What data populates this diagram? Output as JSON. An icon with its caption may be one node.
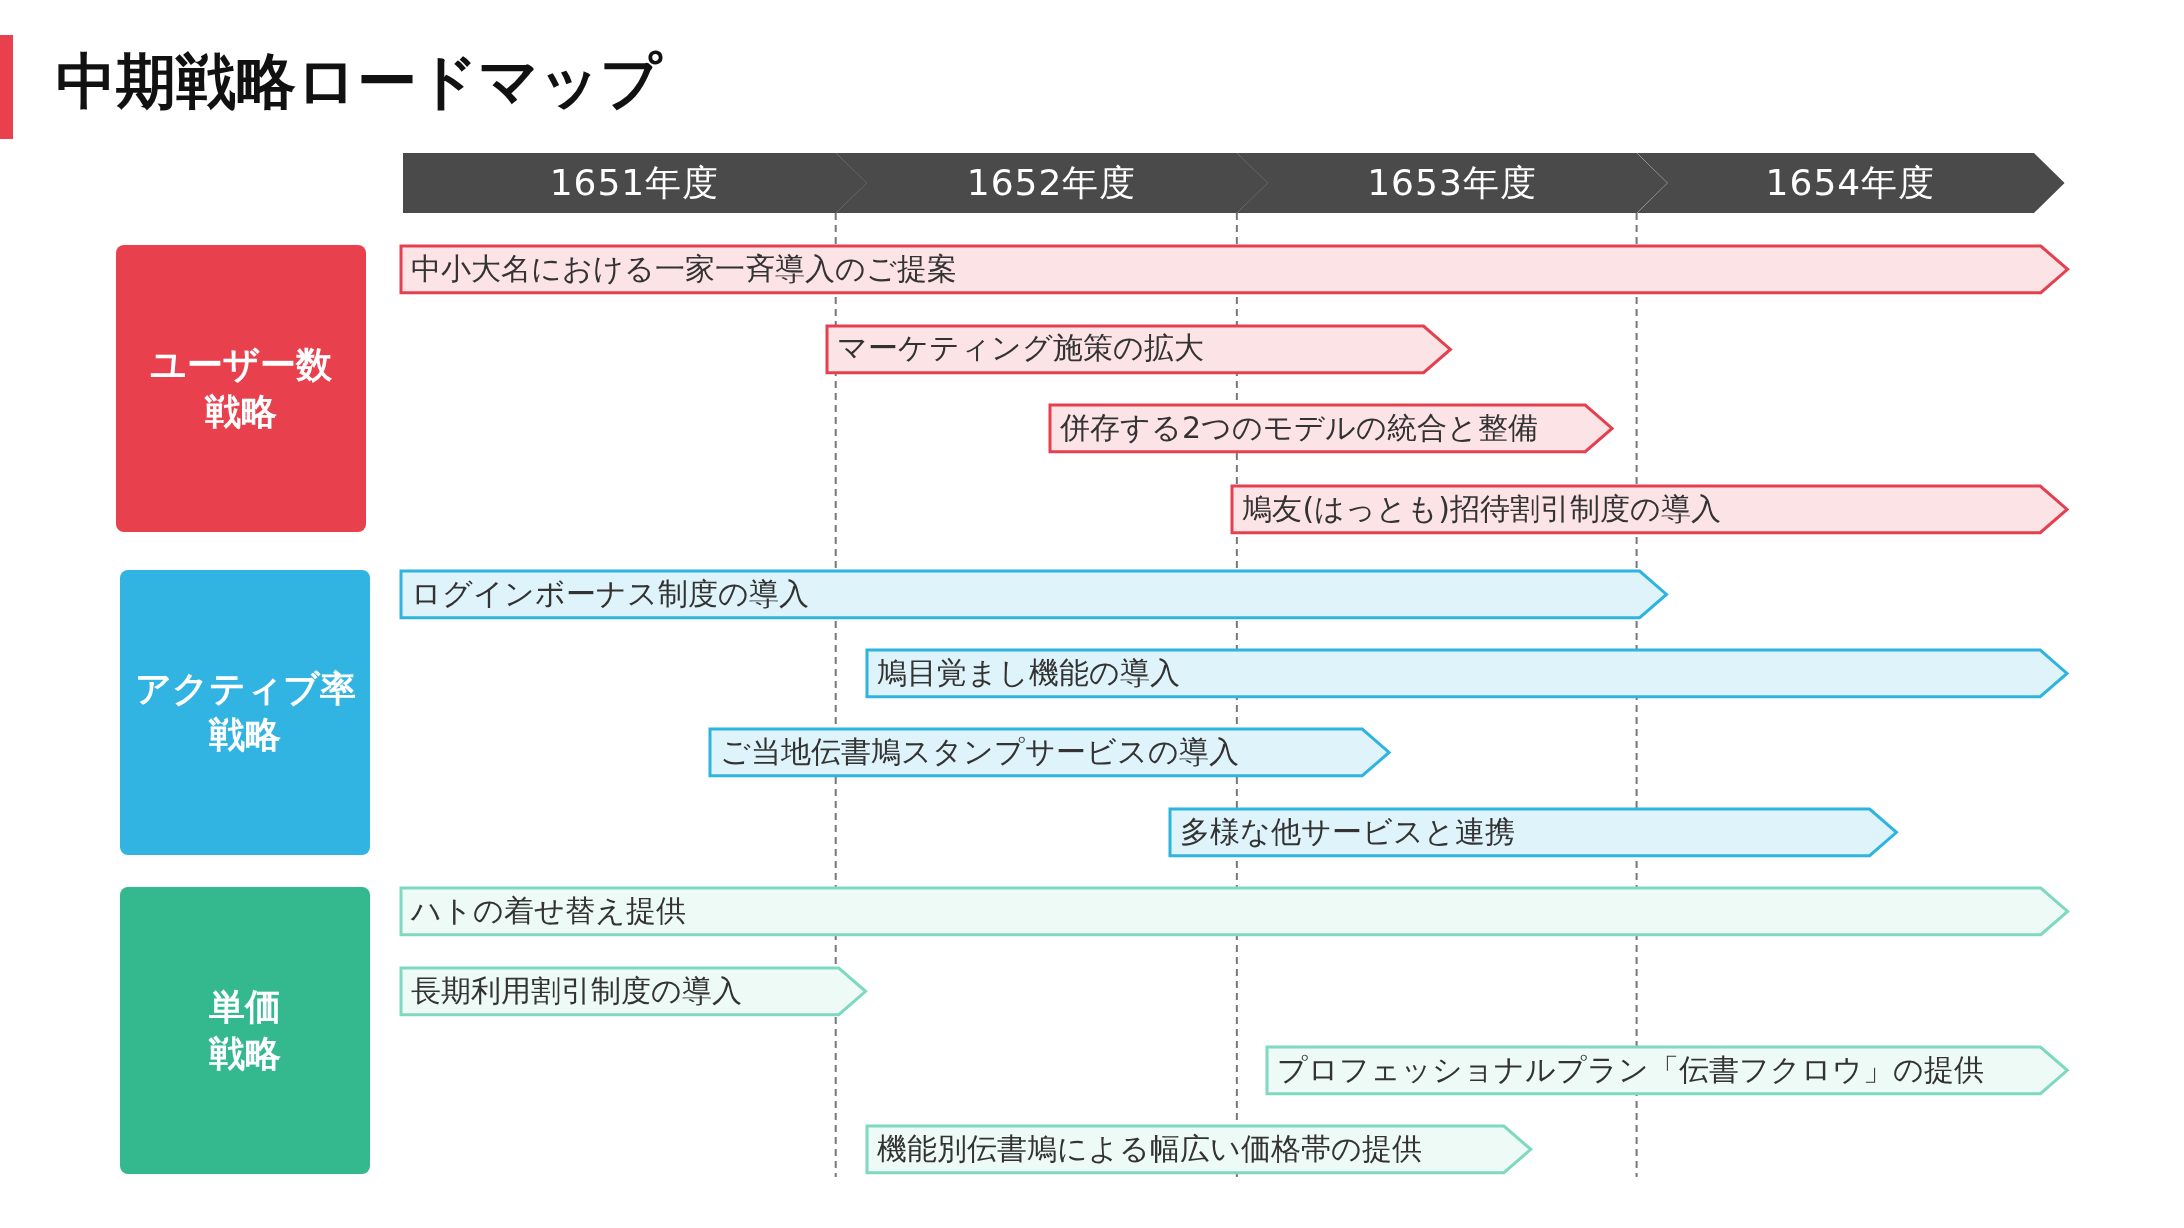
{
  "diagram": {
    "title": "中期戦略ロードマップ",
    "nodes": [
      {
        "text": [
          "1651年度"
        ]
      },
      {
        "text": [
          "1652年度"
        ]
      },
      {
        "text": [
          "1653年度"
        ]
      },
      {
        "text": [
          "1654年度"
        ]
      },
      {
        "text": [
          "ユーザー数戦略"
        ]
      },
      {
        "text": [
          "中小大名における一家一斉導入のご提案"
        ]
      },
      {
        "text": [
          "マーケティング施策の拡大"
        ]
      },
      {
        "text": [
          "併存する2つのモデルの統合と整備"
        ]
      },
      {
        "text": [
          "鳩友(はっとも)招待割引制度の導入"
        ]
      },
      {
        "text": [
          "アクティブ率戦略"
        ]
      },
      {
        "text": [
          "ログインボーナス制度の導入"
        ]
      },
      {
        "text": [
          "鳩目覚まし機能の導入"
        ]
      },
      {
        "text": [
          "ご当地伝書鳩スタンプサービスの導入"
        ]
      },
      {
        "text": [
          "多様な他サービスと連携"
        ]
      },
      {
        "text": [
          "単価戦略"
        ]
      },
      {
        "text": [
          "ハトの着せ替え提供"
        ]
      },
      {
        "text": [
          "長期利用割引制度の導入"
        ]
      },
      {
        "text": [
          "プロフェッショナルプラン「伝書フクロウ」の提供"
        ]
      },
      {
        "text": [
          "機能別伝書鳩による幅広い価格帯の提供"
        ]
      }
    ]
  }
}
